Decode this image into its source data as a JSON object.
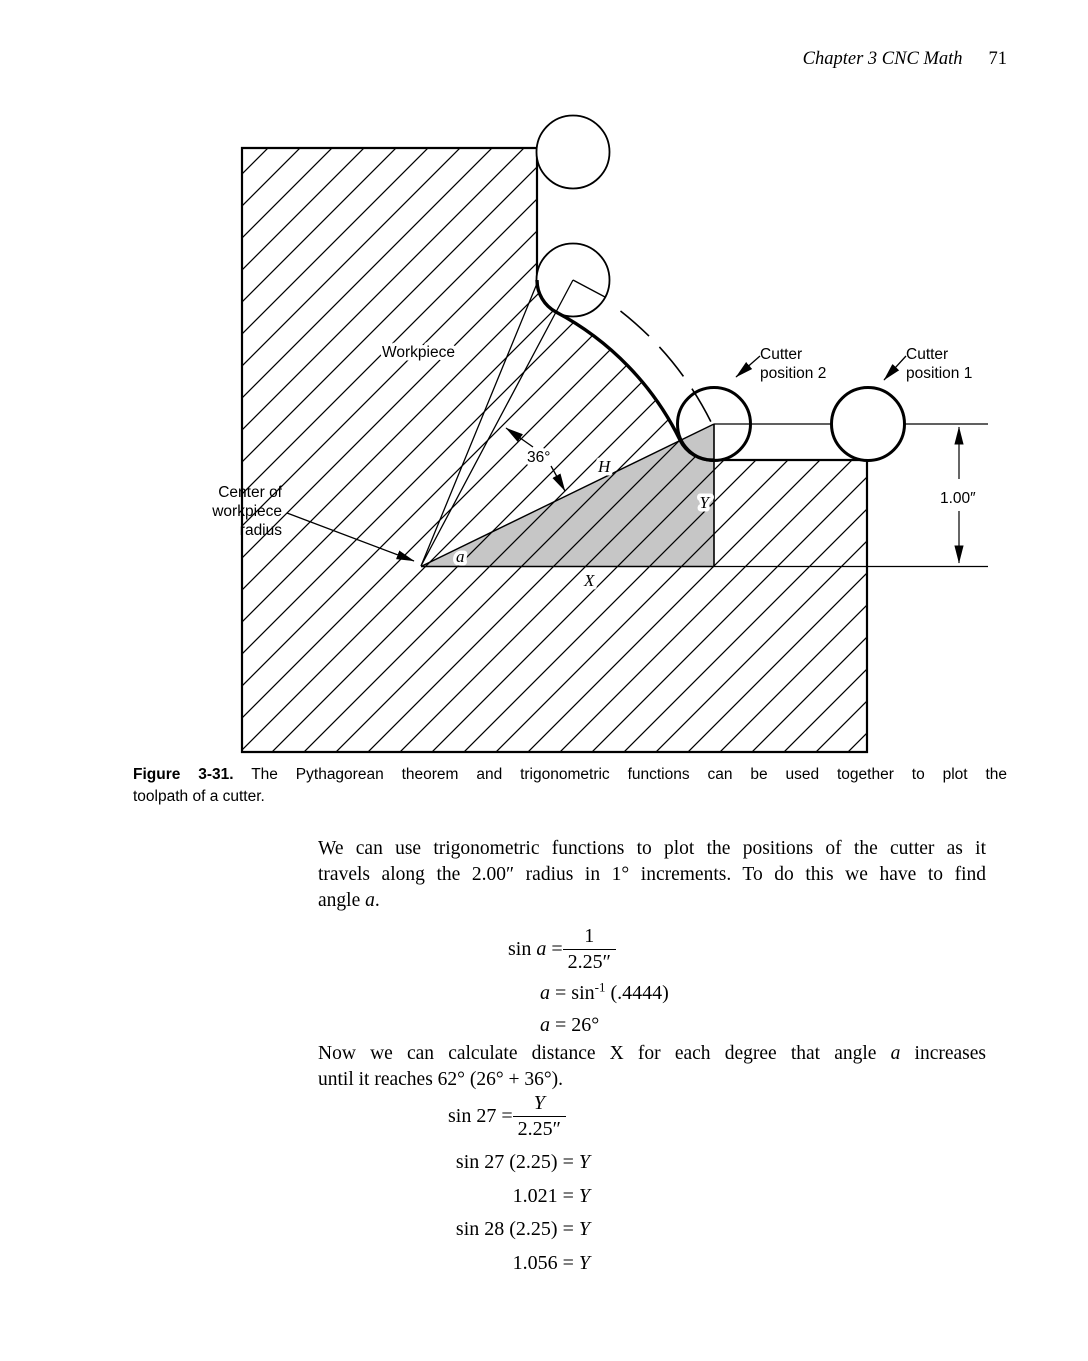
{
  "page": {
    "header": {
      "chapter": "Chapter 3   CNC Math",
      "page_number": "71"
    }
  },
  "diagram": {
    "gray": "#c6c6c6",
    "labels": {
      "workpiece": "Workpiece",
      "center_1": "Center of",
      "center_2": "workpiece",
      "center_3": "radius",
      "cutter2_1": "Cutter",
      "cutter2_2": "position 2",
      "cutter1_1": "Cutter",
      "cutter1_2": "position 1",
      "dim": "1.00″",
      "angle": "36°",
      "hyp": "H",
      "y": "Y",
      "x": "X",
      "a": "a"
    }
  },
  "caption": {
    "bold": "Figure 3-31.",
    "line1_rest": " The Pythagorean theorem and trigonometric functions can be used together to plot the",
    "line2": "toolpath of a cutter."
  },
  "para1": {
    "line1": "We can use trigonometric functions to plot the positions of the cutter as it",
    "line2": "travels along the 2.00″ radius in 1° increments. To do this we have to find",
    "line3_pre": "angle ",
    "line3_var": "a",
    "line3_post": "."
  },
  "eq1": {
    "fn": "sin ",
    "var": "a",
    "rel": " = ",
    "num": "1",
    "den": "2.25″"
  },
  "eq2": {
    "var": "a",
    "rel": " = sin",
    "sup": "-1",
    "rest": " (.4444)"
  },
  "eq3": {
    "var": "a",
    "rest": " = 26°"
  },
  "para2": {
    "line1_pre": "Now we can calculate distance X for each degree that angle ",
    "line1_var": "a",
    "line1_post": " increases",
    "line2": "until it reaches 62° (26° + 36°)."
  },
  "eq4": {
    "lhs": "sin 27 = ",
    "num": "Y",
    "den": "2.25″"
  },
  "eq5": {
    "lhs": "sin 27 (2.25) = ",
    "var": "Y"
  },
  "eq6": {
    "lhs": "1.021 = ",
    "var": "Y"
  },
  "eq7": {
    "lhs": "sin 28 (2.25) = ",
    "var": "Y"
  },
  "eq8": {
    "lhs": "1.056 = ",
    "var": "Y"
  }
}
